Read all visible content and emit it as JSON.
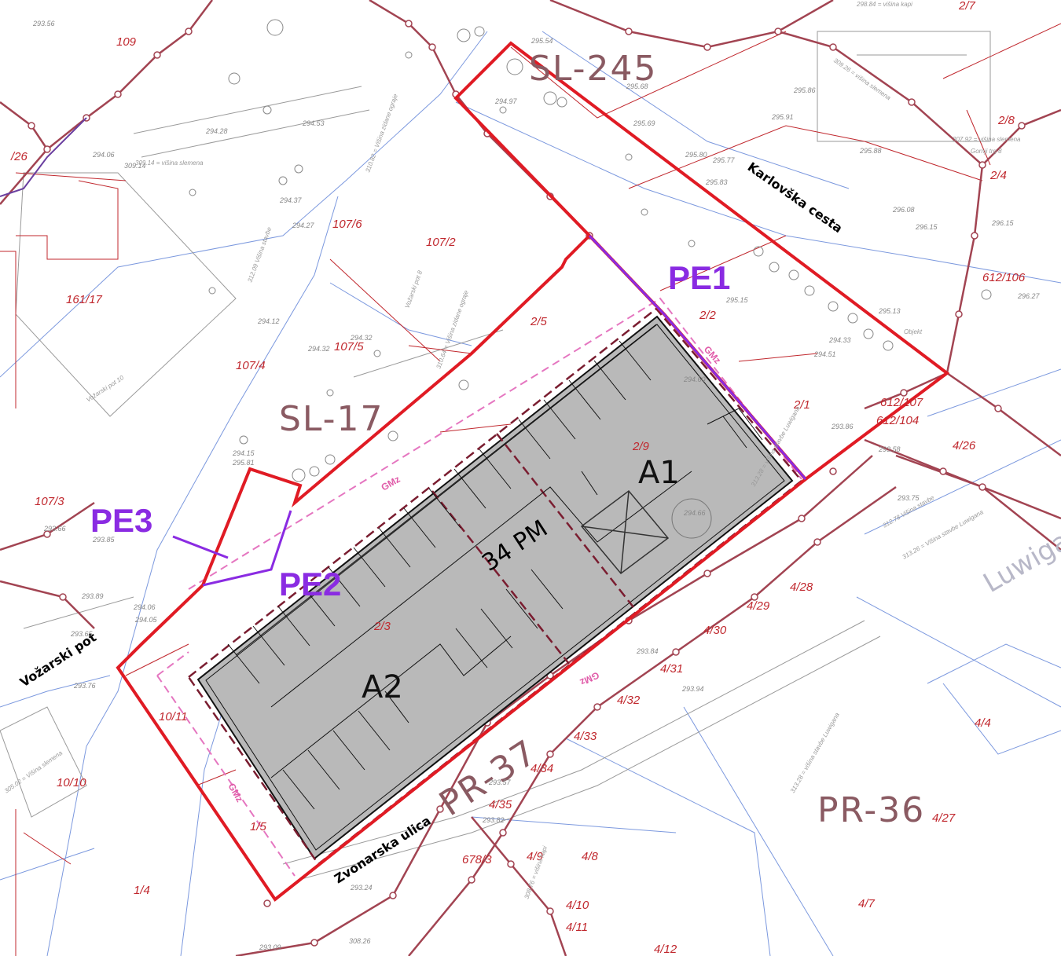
{
  "zones": {
    "sl245": "SL-245",
    "sl17": "SL-17",
    "pr37": "PR-37",
    "pr36": "PR-36"
  },
  "streets": {
    "karlovska": "Karlovška cesta",
    "vozarski": "Vožarski pot",
    "zvonarska": "Zvonarska ulica",
    "luwigana": "Luwigana"
  },
  "interventions": {
    "pe1": "PE1",
    "pe2": "PE2",
    "pe3": "PE3"
  },
  "building": {
    "a1": "A1",
    "a2": "A2",
    "parking": "34 PM",
    "gmz": "GMz"
  },
  "parcels": [
    "109",
    "/26",
    "161/17",
    "107/6",
    "107/2",
    "107/4",
    "107/5",
    "2/5",
    "2/2",
    "2/1",
    "2/9",
    "2/3",
    "107/3",
    "10/11",
    "10/10",
    "1/5",
    "1/4",
    "2/8",
    "2/4",
    "612/106",
    "612/107",
    "612/104",
    "4/26",
    "4/28",
    "4/29",
    "4/30",
    "4/31",
    "4/32",
    "4/33",
    "4/34",
    "4/35",
    "678/3",
    "4/9",
    "4/8",
    "4/10",
    "4/11",
    "4/12",
    "4/7",
    "4/4",
    "4/27",
    "2/7"
  ],
  "elevations": [
    "293.56",
    "294.28",
    "294.53",
    "294.06",
    "309.14",
    "294.37",
    "294.27",
    "294.12",
    "294.32",
    "294.32",
    "294.15",
    "295.81",
    "293.66",
    "293.85",
    "293.89",
    "293.65",
    "294.06",
    "294.05",
    "293.76",
    "295.54",
    "295.68",
    "295.69",
    "294.97",
    "295.86",
    "295.91",
    "295.88",
    "295.80",
    "295.77",
    "295.83",
    "296.08",
    "296.15",
    "296.15",
    "296.27",
    "295.13",
    "295.15",
    "294.33",
    "294.51",
    "294.60",
    "293.86",
    "293.58",
    "293.75",
    "293.84",
    "293.94",
    "293.57",
    "293.82",
    "293.24",
    "293.09",
    "308.26",
    "294.66"
  ],
  "notes": [
    "Vožarski pot 10",
    "Vožarski pot 8",
    "312.09 Višina stavbe",
    "310.82 = Višina zidane ograje",
    "310.64 = Višina zidane ograje",
    "298.84 = višina kapi",
    "309.26 = višina slemena",
    "307.92 = višina slemena",
    "309.14 = višina slemena",
    "312.78 Višina stavbe",
    "313.26 = Višina stavbe Luwigana",
    "313.28 = višina stavbe Luwigana",
    "313.28 = višina stavbe Luwigana",
    "308.76 = višina kapi",
    "305.02 = Višina slemena",
    "Objekt",
    "Gornji trg 8"
  ],
  "colors": {
    "boundary": "#e01b24",
    "parcel_line": "#c0272d",
    "cadastre_line": "#a24452",
    "intervention": "#8a2be2",
    "building_fill": "#b9b9b9",
    "gmz_line": "#e576c0",
    "blue_line": "#5b7fd6"
  }
}
